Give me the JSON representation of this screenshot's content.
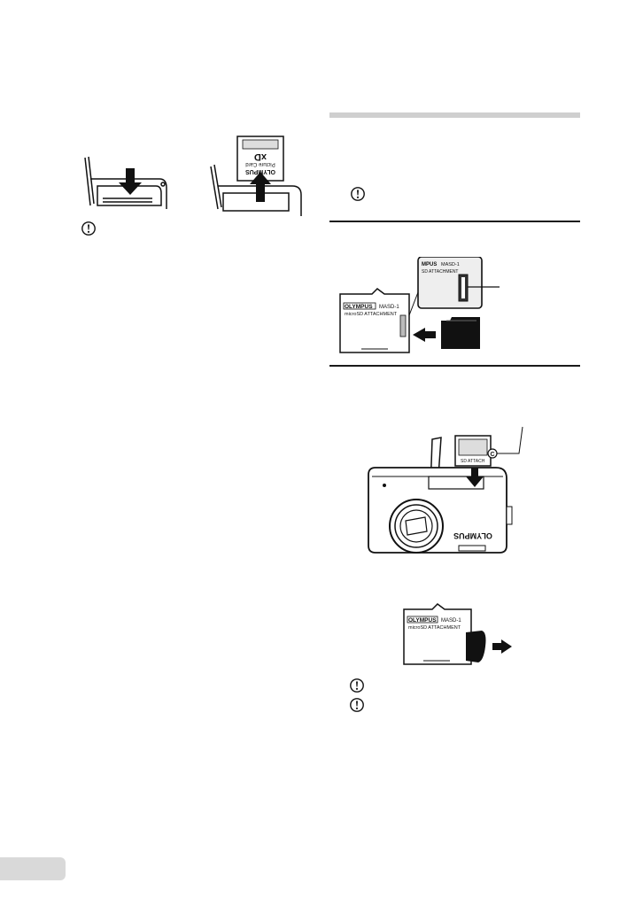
{
  "figures": {
    "xd_card": {
      "brand": "OLYMPUS",
      "logo": "xD",
      "logo_sub": "Picture Card",
      "arrow": "▼"
    },
    "adapter_top": {
      "brand": "OLYMPUS",
      "model": "MASD-1",
      "sub": "microSD ATTACHMENT",
      "zoom_brand": "MPUS",
      "zoom_model": "MASD-1",
      "zoom_sub": "SD ATTACHMENT"
    },
    "camera": {
      "brand": "OLYMPUS",
      "callout": "C",
      "card_label": "SD ATTACH"
    },
    "adapter_bottom": {
      "brand": "OLYMPUS",
      "model": "MASD-1",
      "sub": "microSD ATTACHMENT"
    }
  },
  "icons": {
    "caution": "caution-icon",
    "arrow": "arrow-icon"
  },
  "colors": {
    "rule": "#1a1a1a",
    "section_bar": "#cfcfcf",
    "page_tab": "#d9d9d9"
  }
}
